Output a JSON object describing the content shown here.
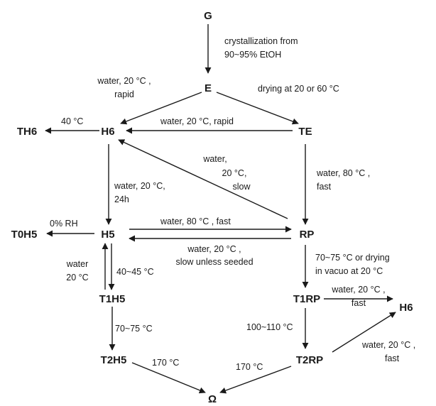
{
  "nodes": {
    "G": "G",
    "E": "E",
    "TE": "TE",
    "H6": "H6",
    "TH6": "TH6",
    "H5": "H5",
    "T0H5": "T0H5",
    "RP": "RP",
    "T1H5": "T1H5",
    "T2H5": "T2H5",
    "T1RP": "T1RP",
    "H6b": "H6",
    "T2RP": "T2RP",
    "omega": "Ω"
  },
  "labels": {
    "g_e_1": "crystallization from",
    "g_e_2": "90~95% EtOH",
    "e_h6_1": "water, 20 °C ,",
    "e_h6_2": "rapid",
    "e_te": "drying at 20 or 60 °C",
    "h6_th6": "40 °C",
    "te_h6": "water, 20 °C, rapid",
    "rp_h6_1": "water,",
    "rp_h6_2": "20 °C,",
    "rp_h6_3": "slow",
    "te_rp_1": "water, 80 °C ,",
    "te_rp_2": "fast",
    "h6_h5_1": "water, 20 °C,",
    "h6_h5_2": "24h",
    "h5_t0h5": "0% RH",
    "h5_rp": "water, 80 °C , fast",
    "rp_h5_1": "water, 20 °C ,",
    "rp_h5_2": "slow unless seeded",
    "t1h5_h5_1": "water",
    "t1h5_h5_2": "20 °C",
    "h5_t1h5": "40~45 °C",
    "rp_t1rp_1": "70~75 °C or drying",
    "rp_t1rp_2": "in vacuo at 20 °C",
    "t1rp_h6_1": "water, 20 °C ,",
    "t1rp_h6_2": "fast",
    "t1h5_t2h5": "70~75 °C",
    "t1rp_t2rp": "100~110 °C",
    "t2rp_h6_1": "water, 20 °C ,",
    "t2rp_h6_2": "fast",
    "t2h5_omega": "170 °C",
    "t2rp_omega": "170 °C"
  }
}
